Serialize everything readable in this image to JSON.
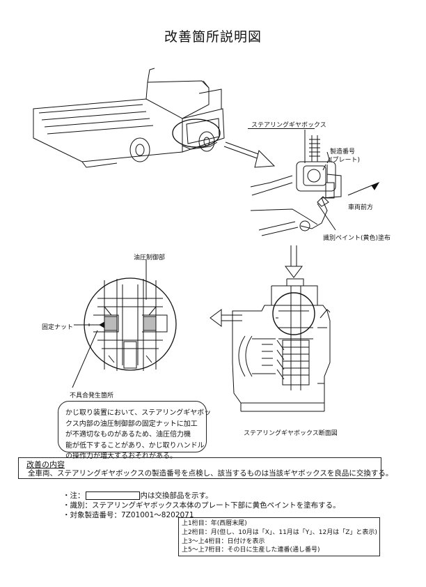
{
  "title": "改善箇所説明図",
  "labels": {
    "steering_gearbox": "ステアリングギヤボックス",
    "serial_plate": [
      "製造番号",
      "(プレート)"
    ],
    "vehicle_front": "車両前方",
    "id_paint": "識別ペイント(黄色)塗布",
    "hydraulic_control": "油圧制御部",
    "lock_nut": "固定ナット",
    "defect_location": "不具合発生箇所",
    "cross_section": "ステアリングギヤボックス断面図"
  },
  "callout": {
    "lines": [
      "かじ取り装置において、ステアリングギヤボッ",
      "クス内部の油圧制御部の固定ナットに加工",
      "が不適切なものがあるため、油圧倍力機",
      "能が低下することがあり、かじ取りハンドル",
      "の操作力が増大するおそれがある。"
    ]
  },
  "improvement": {
    "heading": "改善の内容",
    "body": "全車両、ステアリングギヤボックスの製造番号を点検し、該当するものは当該ギヤボックスを良品に交換する。"
  },
  "notes": {
    "note_prefix": "・注：",
    "note_suffix": "内は交換部品を示す。",
    "identification": "・識別：ステアリングギヤボックス本体のプレート下部に黄色ペイントを塗布する。",
    "serial_range": "・対象製造番号：7Z01001～8202071"
  },
  "legend": [
    "上1桁目：年(西暦末尾)",
    "上2桁目：月(但し、10月は「X」、11月は「Y」、12月は「Z」と表示)",
    "上3～上4桁目：日付けを表示",
    "上5～上7桁目：その日に生産した連番(通し番号)"
  ]
}
